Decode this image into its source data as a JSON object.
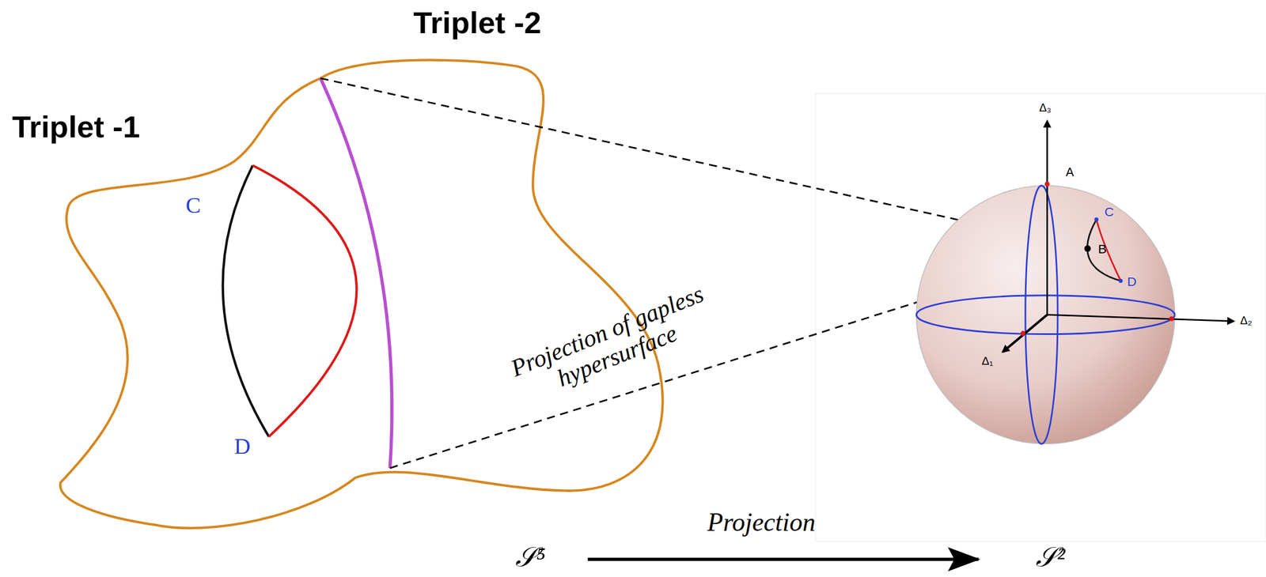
{
  "diagram": {
    "labels": [
      "Triplet -2",
      "Triplet -1",
      "C",
      "D",
      "Projection of gapless hypersurface",
      "Δ₃",
      "A",
      "C",
      "B",
      "D",
      "Δ₁",
      "Δ₂",
      "Projection",
      "𝒮⁵",
      "𝒮²"
    ]
  }
}
